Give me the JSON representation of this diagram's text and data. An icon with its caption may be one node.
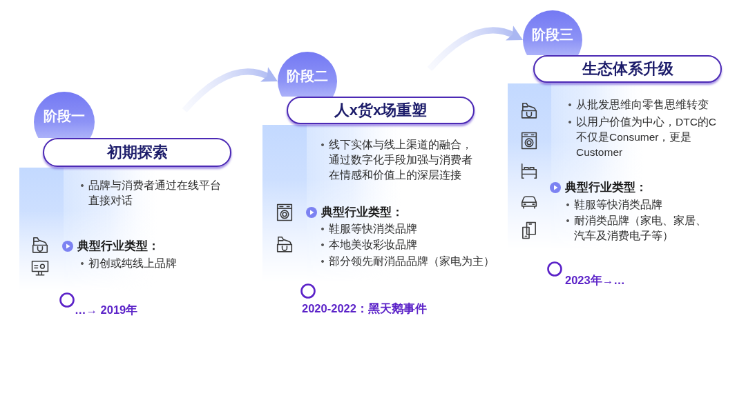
{
  "diagram": {
    "nodes": [
      {
        "text": [
          "阶段一"
        ]
      },
      {
        "text": [
          "初期探索"
        ]
      },
      {
        "text": [
          "品牌与消费者通过在线平台直接对话",
          "典型行业类型：",
          "初创或纯线上品牌"
        ],
        "beside": [
          "…→ 2019年"
        ]
      },
      {
        "text": [
          "阶段二"
        ]
      },
      {
        "text": [
          "人x货x场重塑"
        ]
      },
      {
        "text": [
          "线下实体与线上渠道的融合，通过数字化手段加强与消费者在情感和价值上的深层连接",
          "典型行业类型：",
          "鞋服等快消类品牌",
          "本地美妆彩妆品牌",
          "部分领先耐消品品牌（家电为主）"
        ],
        "beside": [
          "2020-2022：黑天鹅事件"
        ]
      },
      {
        "text": [
          "阶段三"
        ]
      },
      {
        "text": [
          "生态体系升级"
        ]
      },
      {
        "text": [
          "从批发思维向零售思维转变",
          "以用户价值为中心，DTC的C不仅是Consumer，更是Customer",
          "典型行业类型：",
          "鞋服等快消类品牌",
          "耐消类品牌（家电、家居、汽车及消费电子等）"
        ],
        "beside": [
          "2023年→…"
        ]
      }
    ],
    "edges": [
      {
        "from": null,
        "to": 3,
        "arrow": "to"
      },
      {
        "from": null,
        "to": 6,
        "arrow": "to"
      }
    ]
  }
}
